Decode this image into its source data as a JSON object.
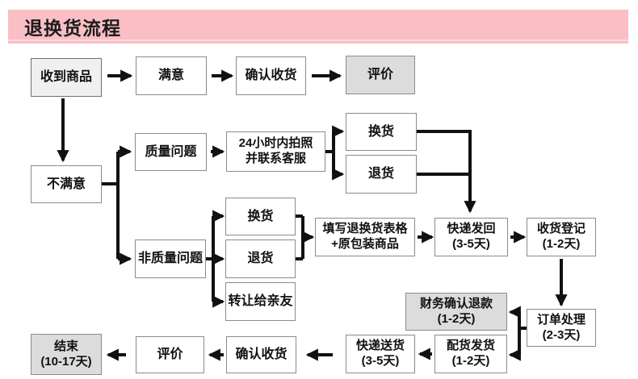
{
  "title": "退换货流程",
  "colors": {
    "banner_pink": "#f9bfc5",
    "banner_stripe": "#fcd9dd",
    "box_white": "#ffffff",
    "box_light_gray": "#f0f0f0",
    "box_gray": "#dcdcdc",
    "box_border": "#8b8b8b",
    "arrow_black": "#111111",
    "title_text": "#1c1c1c"
  },
  "nodes": {
    "received": {
      "line1": "收到商品"
    },
    "satisfied": {
      "line1": "满意"
    },
    "confirm1": {
      "line1": "确认收货"
    },
    "review1": {
      "line1": "评价"
    },
    "unsatisfied": {
      "line1": "不满意"
    },
    "quality": {
      "line1": "质量问题"
    },
    "photo24": {
      "line1": "24小时内拍照",
      "line2": "并联系客服"
    },
    "exchange1": {
      "line1": "换货"
    },
    "return1": {
      "line1": "退货"
    },
    "nonquality": {
      "line1": "非质量问题"
    },
    "exchange2": {
      "line1": "换货"
    },
    "return2": {
      "line1": "退货"
    },
    "transfer": {
      "line1": "转让给亲友"
    },
    "fillform": {
      "line1": "填写退换货表格",
      "line2": "+原包装商品"
    },
    "sendback": {
      "line1": "快递发回",
      "line2": "(3-5天)"
    },
    "register": {
      "line1": "收货登记",
      "line2": "(1-2天)"
    },
    "finance": {
      "line1": "财务确认退款",
      "line2": "(1-2天)"
    },
    "order": {
      "line1": "订单处理",
      "line2": "(2-3天)"
    },
    "dispatch": {
      "line1": "配货发货",
      "line2": "(1-2天)"
    },
    "delivery": {
      "line1": "快递送货",
      "line2": "(3-5天)"
    },
    "confirm2": {
      "line1": "确认收货"
    },
    "review2": {
      "line1": "评价"
    },
    "end": {
      "line1": "结束",
      "line2": "(10-17天)"
    }
  }
}
